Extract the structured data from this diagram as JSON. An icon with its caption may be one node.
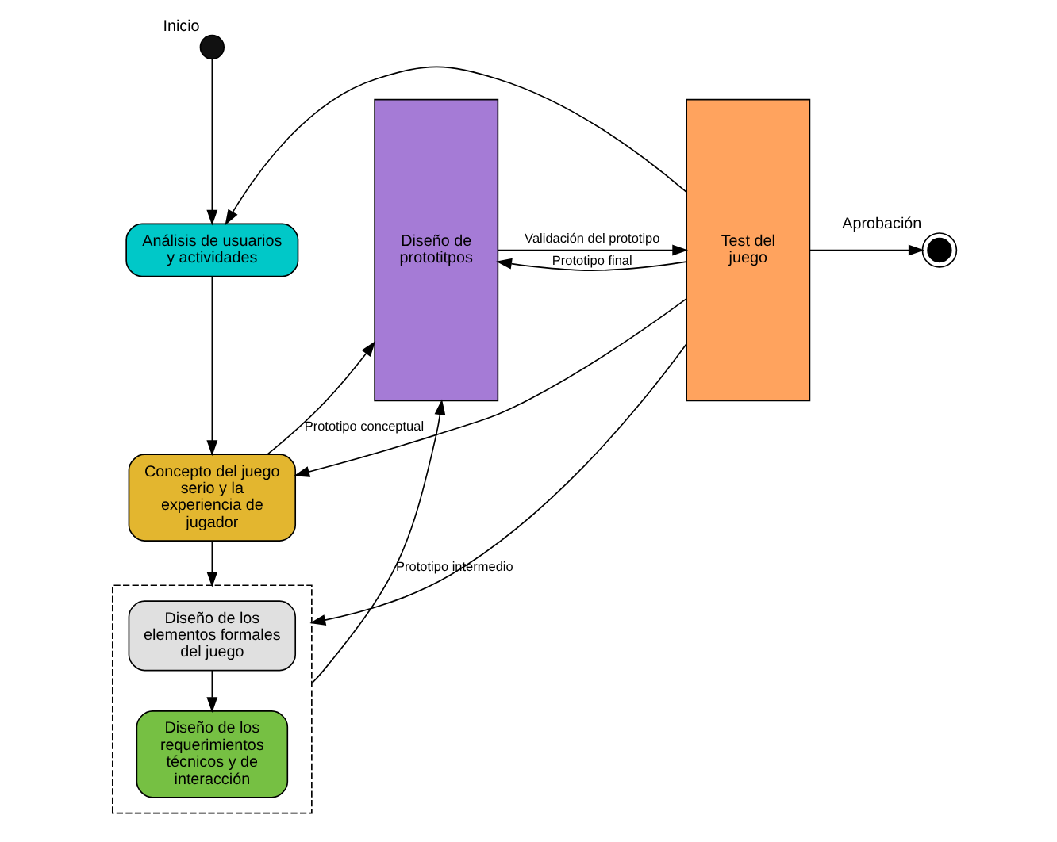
{
  "diagram": {
    "nodes": [
      {
        "text": [],
        "shape": "circle",
        "beside": [
          "Inicio"
        ]
      },
      {
        "text": [
          "Análisis de usuarios y actividades"
        ]
      },
      {
        "text": [
          "Concepto del juego serio y la experiencia de jugador"
        ]
      },
      {
        "text": [],
        "shape": "box"
      },
      {
        "text": [
          "Diseño de los elementos formales del juego"
        ],
        "in": 3
      },
      {
        "text": [
          "Diseño de los requerimientos técnicos y de interacción"
        ],
        "in": 3
      },
      {
        "text": [
          "Diseño de prototitpos"
        ]
      },
      {
        "text": [
          "Test del juego"
        ]
      },
      {
        "text": [],
        "shape": "circle",
        "beside": [
          "Aprobación"
        ]
      }
    ],
    "edges": [
      {
        "from": 0,
        "to": 1,
        "arrow": "to"
      },
      {
        "from": 1,
        "to": 2,
        "arrow": "to"
      },
      {
        "from": 2,
        "to": 3,
        "arrow": "to"
      },
      {
        "from": 4,
        "to": 5,
        "arrow": "to"
      },
      {
        "from": 2,
        "to": 6,
        "arrow": "to",
        "label": "Prototipo conceptual"
      },
      {
        "from": 3,
        "to": 6,
        "arrow": "to",
        "label": "Prototipo intermedio"
      },
      {
        "from": 6,
        "to": 7,
        "arrow": "to",
        "label": "Validación del prototipo"
      },
      {
        "from": 7,
        "to": 8,
        "arrow": "to"
      },
      {
        "from": 7,
        "to": 1,
        "arrow": "to"
      },
      {
        "from": 7,
        "to": 2,
        "arrow": "to"
      },
      {
        "from": 7,
        "to": 3,
        "arrow": "to"
      },
      {
        "from": 7,
        "to": 6,
        "arrow": "to",
        "label": "Prototipo final"
      }
    ]
  }
}
